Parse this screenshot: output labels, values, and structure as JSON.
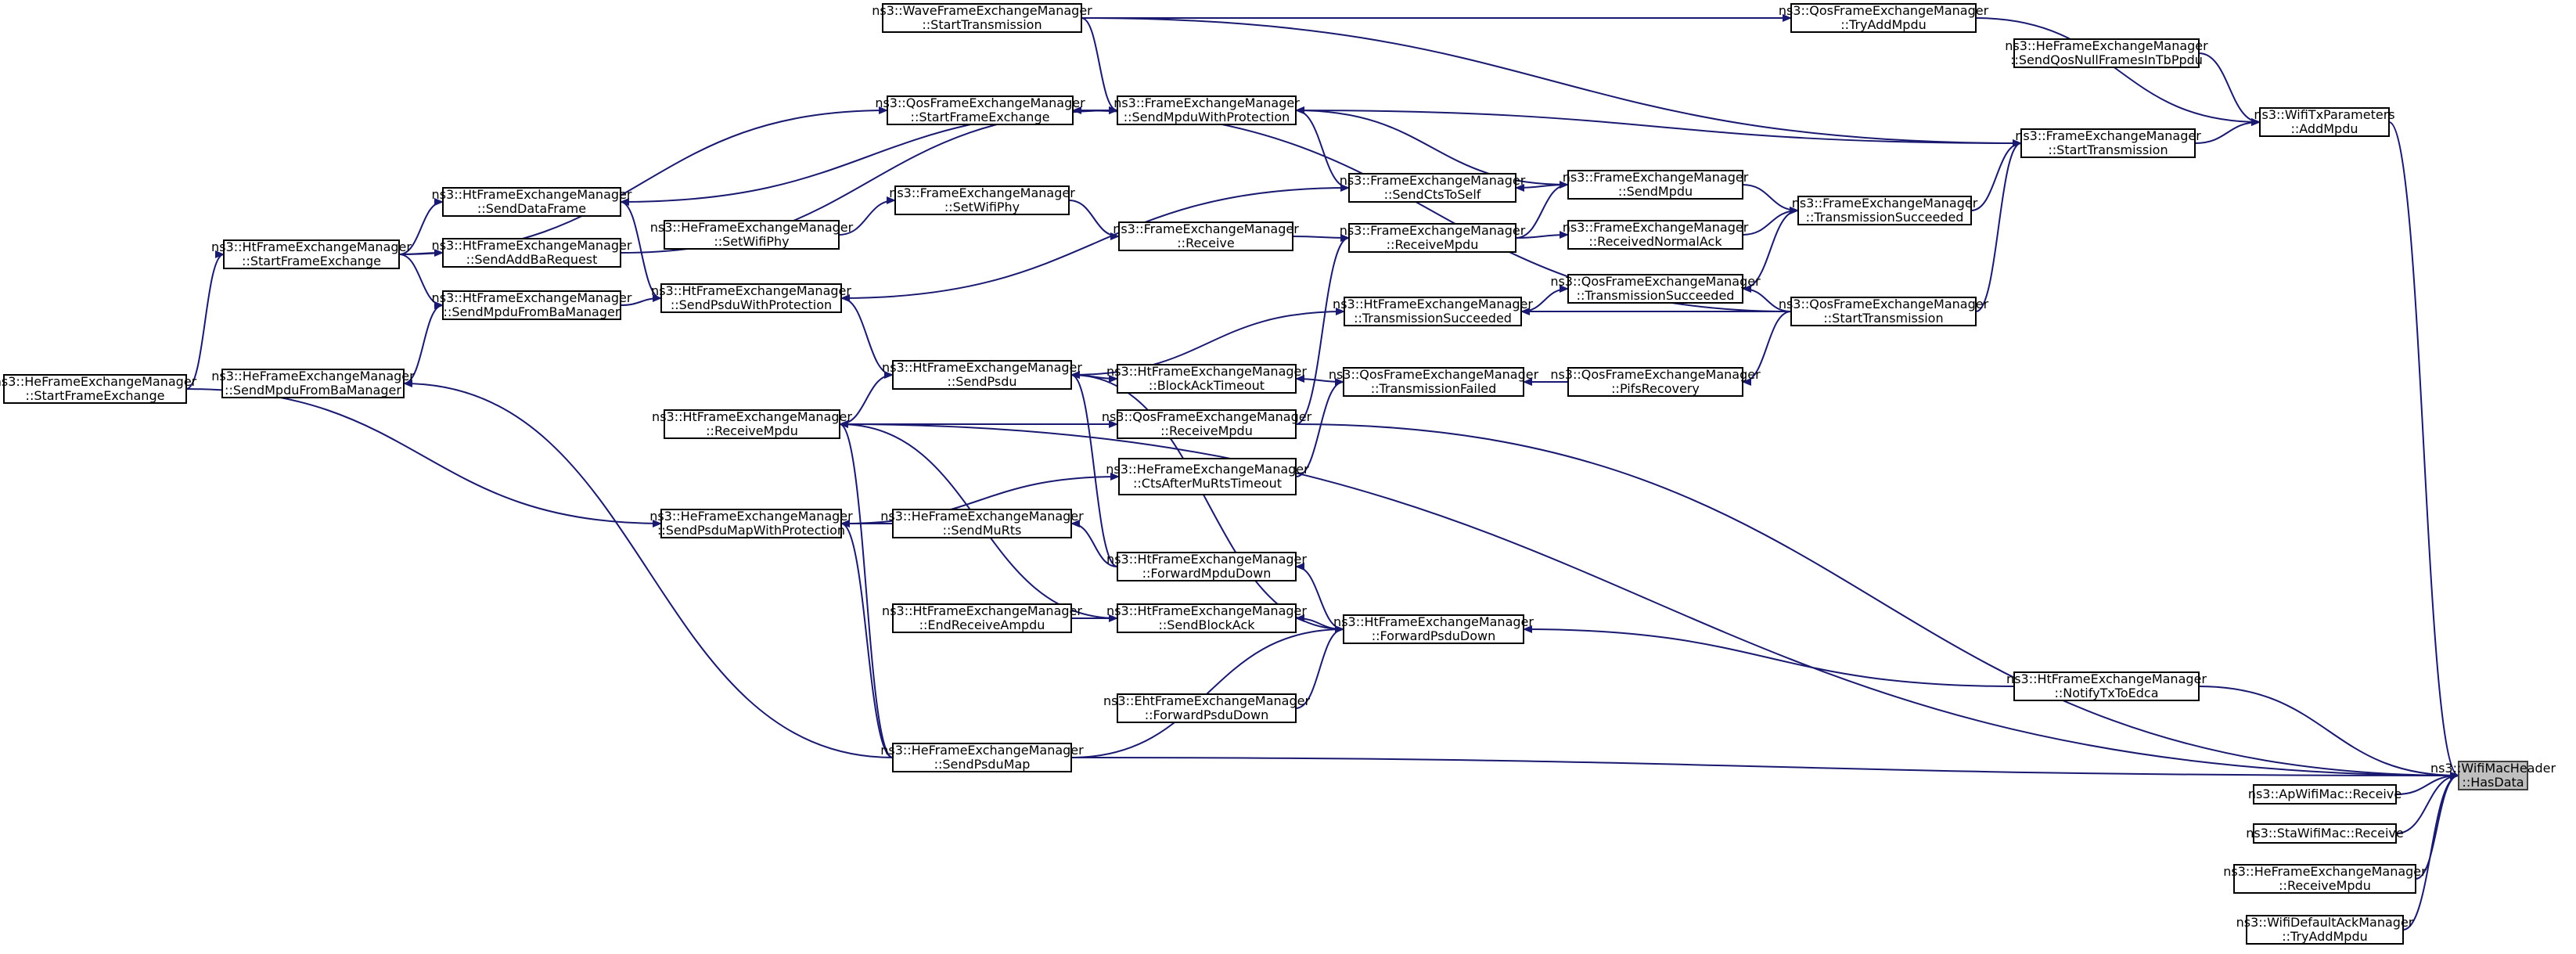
{
  "graph": {
    "edge_color": "#191970",
    "focus_fill": "#bfbfbf",
    "nodes": [
      {
        "id": "hasdata",
        "lines": [
          "ns3::WifiMacHeader",
          "::HasData"
        ],
        "focus": true
      },
      {
        "id": "wave_start",
        "lines": [
          "ns3::WaveFrameExchangeManager",
          "::StartTransmission"
        ]
      },
      {
        "id": "qos_tryadd",
        "lines": [
          "ns3::QosFrameExchangeManager",
          "::TryAddMpdu"
        ]
      },
      {
        "id": "he_sendqosnull",
        "lines": [
          "ns3::HeFrameExchangeManager",
          "::SendQosNullFramesInTbPpdu"
        ]
      },
      {
        "id": "txparams_add",
        "lines": [
          "ns3::WifiTxParameters",
          "::AddMpdu"
        ]
      },
      {
        "id": "qos_starttx",
        "lines": [
          "ns3::QosFrameExchangeManager",
          "::StartTransmission"
        ]
      },
      {
        "id": "qos_startfe",
        "lines": [
          "ns3::QosFrameExchangeManager",
          "::StartFrameExchange"
        ]
      },
      {
        "id": "fem_sendmpduprot",
        "lines": [
          "ns3::FrameExchangeManager",
          "::SendMpduWithProtection"
        ]
      },
      {
        "id": "ht_senddata",
        "lines": [
          "ns3::HtFrameExchangeManager",
          "::SendDataFrame"
        ]
      },
      {
        "id": "fem_starttx",
        "lines": [
          "ns3::FrameExchangeManager",
          "::StartTransmission"
        ]
      },
      {
        "id": "fem_sendcts",
        "lines": [
          "ns3::FrameExchangeManager",
          "::SendCtsToSelf"
        ]
      },
      {
        "id": "fem_sendmpdu",
        "lines": [
          "ns3::FrameExchangeManager",
          "::SendMpdu"
        ]
      },
      {
        "id": "fem_setwifiphy",
        "lines": [
          "ns3::FrameExchangeManager",
          "::SetWifiPhy"
        ]
      },
      {
        "id": "ht_startfe",
        "lines": [
          "ns3::HtFrameExchangeManager",
          "::StartFrameExchange"
        ]
      },
      {
        "id": "ht_sendaddba",
        "lines": [
          "ns3::HtFrameExchangeManager",
          "::SendAddBaRequest"
        ]
      },
      {
        "id": "he_setwifiphy",
        "lines": [
          "ns3::HeFrameExchangeManager",
          "::SetWifiPhy"
        ]
      },
      {
        "id": "fem_receive",
        "lines": [
          "ns3::FrameExchangeManager",
          "::Receive"
        ]
      },
      {
        "id": "fem_receivempdu",
        "lines": [
          "ns3::FrameExchangeManager",
          "::ReceiveMpdu"
        ]
      },
      {
        "id": "fem_receivednormalack",
        "lines": [
          "ns3::FrameExchangeManager",
          "::ReceivedNormalAck"
        ]
      },
      {
        "id": "fem_txsucceeded",
        "lines": [
          "ns3::FrameExchangeManager",
          "::TransmissionSucceeded"
        ]
      },
      {
        "id": "ht_sendmpdufromba",
        "lines": [
          "ns3::HtFrameExchangeManager",
          "::SendMpduFromBaManager"
        ]
      },
      {
        "id": "ht_sendpsduprot",
        "lines": [
          "ns3::HtFrameExchangeManager",
          "::SendPsduWithProtection"
        ]
      },
      {
        "id": "ht_txsucceeded",
        "lines": [
          "ns3::HtFrameExchangeManager",
          "::TransmissionSucceeded"
        ]
      },
      {
        "id": "qos_txsucceeded",
        "lines": [
          "ns3::QosFrameExchangeManager",
          "::TransmissionSucceeded"
        ]
      },
      {
        "id": "he_startfe",
        "lines": [
          "ns3::HeFrameExchangeManager",
          "::StartFrameExchange"
        ]
      },
      {
        "id": "he_sendmpdufromba",
        "lines": [
          "ns3::HeFrameExchangeManager",
          "::SendMpduFromBaManager"
        ]
      },
      {
        "id": "ht_sendpsdu",
        "lines": [
          "ns3::HtFrameExchangeManager",
          "::SendPsdu"
        ]
      },
      {
        "id": "ht_blockacktimeout",
        "lines": [
          "ns3::HtFrameExchangeManager",
          "::BlockAckTimeout"
        ]
      },
      {
        "id": "qos_txfailed",
        "lines": [
          "ns3::QosFrameExchangeManager",
          "::TransmissionFailed"
        ]
      },
      {
        "id": "qos_pifsrecovery",
        "lines": [
          "ns3::QosFrameExchangeManager",
          "::PifsRecovery"
        ]
      },
      {
        "id": "ht_receivempdu",
        "lines": [
          "ns3::HtFrameExchangeManager",
          "::ReceiveMpdu"
        ]
      },
      {
        "id": "qos_receivempdu",
        "lines": [
          "ns3::QosFrameExchangeManager",
          "::ReceiveMpdu"
        ]
      },
      {
        "id": "he_ctsaftermurts",
        "lines": [
          "ns3::HeFrameExchangeManager",
          "::CtsAfterMuRtsTimeout"
        ]
      },
      {
        "id": "he_sendpsdumapprot",
        "lines": [
          "ns3::HeFrameExchangeManager",
          "::SendPsduMapWithProtection"
        ]
      },
      {
        "id": "he_sendmurts",
        "lines": [
          "ns3::HeFrameExchangeManager",
          "::SendMuRts"
        ]
      },
      {
        "id": "ht_forwardmpdudown",
        "lines": [
          "ns3::HtFrameExchangeManager",
          "::ForwardMpduDown"
        ]
      },
      {
        "id": "ht_endreceiveampdu",
        "lines": [
          "ns3::HtFrameExchangeManager",
          "::EndReceiveAmpdu"
        ]
      },
      {
        "id": "ht_sendblockack",
        "lines": [
          "ns3::HtFrameExchangeManager",
          "::SendBlockAck"
        ]
      },
      {
        "id": "ht_forwardpsdudown",
        "lines": [
          "ns3::HtFrameExchangeManager",
          "::ForwardPsduDown"
        ]
      },
      {
        "id": "eht_forwardpsdudown",
        "lines": [
          "ns3::EhtFrameExchangeManager",
          "::ForwardPsduDown"
        ]
      },
      {
        "id": "ht_notifytxtoedca",
        "lines": [
          "ns3::HtFrameExchangeManager",
          "::NotifyTxToEdca"
        ]
      },
      {
        "id": "he_sendpsdumap",
        "lines": [
          "ns3::HeFrameExchangeManager",
          "::SendPsduMap"
        ]
      },
      {
        "id": "ap_receive",
        "lines": [
          "ns3::ApWifiMac::Receive"
        ]
      },
      {
        "id": "sta_receive",
        "lines": [
          "ns3::StaWifiMac::Receive"
        ]
      },
      {
        "id": "he_receivempdu",
        "lines": [
          "ns3::HeFrameExchangeManager",
          "::ReceiveMpdu"
        ]
      },
      {
        "id": "defaultack_tryadd",
        "lines": [
          "ns3::WifiDefaultAckManager",
          "::TryAddMpdu"
        ]
      }
    ],
    "edges": [
      {
        "from": "wave_start",
        "to": "qos_tryadd"
      },
      {
        "from": "wave_start",
        "to": "fem_sendmpduprot"
      },
      {
        "from": "wave_start",
        "to": "fem_starttx"
      },
      {
        "from": "qos_tryadd",
        "to": "txparams_add"
      },
      {
        "from": "he_sendqosnull",
        "to": "txparams_add"
      },
      {
        "from": "fem_starttx",
        "to": "txparams_add"
      },
      {
        "from": "qos_starttx",
        "to": "fem_starttx"
      },
      {
        "from": "fem_txsucceeded",
        "to": "fem_starttx"
      },
      {
        "from": "fem_starttx",
        "to": "fem_sendmpduprot"
      },
      {
        "from": "qos_startfe",
        "to": "fem_sendmpduprot"
      },
      {
        "from": "qos_starttx",
        "to": "qos_startfe"
      },
      {
        "from": "ht_startfe",
        "to": "qos_startfe"
      },
      {
        "from": "ht_senddata",
        "to": "fem_sendmpduprot"
      },
      {
        "from": "ht_sendaddba",
        "to": "fem_sendmpduprot"
      },
      {
        "from": "fem_sendcts",
        "to": "fem_sendmpduprot"
      },
      {
        "from": "fem_sendmpdu",
        "to": "fem_sendmpduprot"
      },
      {
        "from": "fem_sendmpdu",
        "to": "fem_sendcts"
      },
      {
        "from": "ht_sendpsduprot",
        "to": "fem_sendcts"
      },
      {
        "from": "ht_startfe",
        "to": "ht_senddata"
      },
      {
        "from": "ht_startfe",
        "to": "ht_sendaddba"
      },
      {
        "from": "ht_startfe",
        "to": "ht_sendmpdufromba"
      },
      {
        "from": "he_startfe",
        "to": "ht_startfe"
      },
      {
        "from": "he_setwifiphy",
        "to": "fem_setwifiphy"
      },
      {
        "from": "fem_setwifiphy",
        "to": "fem_receive"
      },
      {
        "from": "fem_receive",
        "to": "fem_receivempdu"
      },
      {
        "from": "fem_receivempdu",
        "to": "fem_sendmpdu"
      },
      {
        "from": "fem_receivempdu",
        "to": "fem_receivednormalack"
      },
      {
        "from": "fem_sendmpdu",
        "to": "fem_txsucceeded"
      },
      {
        "from": "fem_receivednormalack",
        "to": "fem_txsucceeded"
      },
      {
        "from": "qos_txsucceeded",
        "to": "fem_txsucceeded"
      },
      {
        "from": "qos_starttx",
        "to": "qos_txsucceeded"
      },
      {
        "from": "ht_txsucceeded",
        "to": "qos_txsucceeded"
      },
      {
        "from": "qos_starttx",
        "to": "ht_txsucceeded"
      },
      {
        "from": "ht_sendpsdu",
        "to": "ht_txsucceeded"
      },
      {
        "from": "ht_sendpsduprot",
        "to": "ht_senddata"
      },
      {
        "from": "ht_sendmpdufromba",
        "to": "ht_sendpsduprot"
      },
      {
        "from": "he_sendmpdufromba",
        "to": "ht_sendmpdufromba"
      },
      {
        "from": "ht_sendpsdu",
        "to": "ht_sendpsduprot"
      },
      {
        "from": "ht_receivempdu",
        "to": "ht_sendpsdu"
      },
      {
        "from": "ht_sendpsdu",
        "to": "ht_blockacktimeout"
      },
      {
        "from": "qos_txfailed",
        "to": "ht_blockacktimeout"
      },
      {
        "from": "qos_pifsrecovery",
        "to": "qos_txfailed"
      },
      {
        "from": "qos_starttx",
        "to": "qos_pifsrecovery"
      },
      {
        "from": "ht_receivempdu",
        "to": "qos_receivempdu"
      },
      {
        "from": "qos_receivempdu",
        "to": "fem_receivempdu"
      },
      {
        "from": "he_ctsaftermurts",
        "to": "qos_txfailed"
      },
      {
        "from": "he_sendpsdumapprot",
        "to": "he_ctsaftermurts"
      },
      {
        "from": "he_sendmurts",
        "to": "he_sendpsdumapprot"
      },
      {
        "from": "he_startfe",
        "to": "he_sendpsdumapprot"
      },
      {
        "from": "ht_forwardmpdudown",
        "to": "he_sendmurts"
      },
      {
        "from": "ht_forwardmpdudown",
        "to": "ht_sendpsdu"
      },
      {
        "from": "ht_forwardpsdudown",
        "to": "ht_forwardmpdudown"
      },
      {
        "from": "ht_endreceiveampdu",
        "to": "ht_sendblockack"
      },
      {
        "from": "ht_sendblockack",
        "to": "ht_receivempdu"
      },
      {
        "from": "ht_forwardpsdudown",
        "to": "ht_sendblockack"
      },
      {
        "from": "ht_forwardpsdudown",
        "to": "ht_sendpsdu"
      },
      {
        "from": "eht_forwardpsdudown",
        "to": "ht_forwardpsdudown"
      },
      {
        "from": "he_sendpsdumap",
        "to": "ht_forwardpsdudown"
      },
      {
        "from": "ht_notifytxtoedca",
        "to": "ht_forwardpsdudown"
      },
      {
        "from": "he_sendpsdumap",
        "to": "he_sendpsdumapprot"
      },
      {
        "from": "he_sendpsdumap",
        "to": "ht_receivempdu"
      },
      {
        "from": "he_sendpsdumap",
        "to": "he_sendmpdufromba"
      },
      {
        "from": "txparams_add",
        "to": "hasdata"
      },
      {
        "from": "ht_notifytxtoedca",
        "to": "hasdata"
      },
      {
        "from": "ht_receivempdu",
        "to": "hasdata"
      },
      {
        "from": "qos_receivempdu",
        "to": "hasdata"
      },
      {
        "from": "he_sendpsdumap",
        "to": "hasdata"
      },
      {
        "from": "ap_receive",
        "to": "hasdata"
      },
      {
        "from": "sta_receive",
        "to": "hasdata"
      },
      {
        "from": "he_receivempdu",
        "to": "hasdata"
      },
      {
        "from": "defaultack_tryadd",
        "to": "hasdata"
      }
    ]
  }
}
